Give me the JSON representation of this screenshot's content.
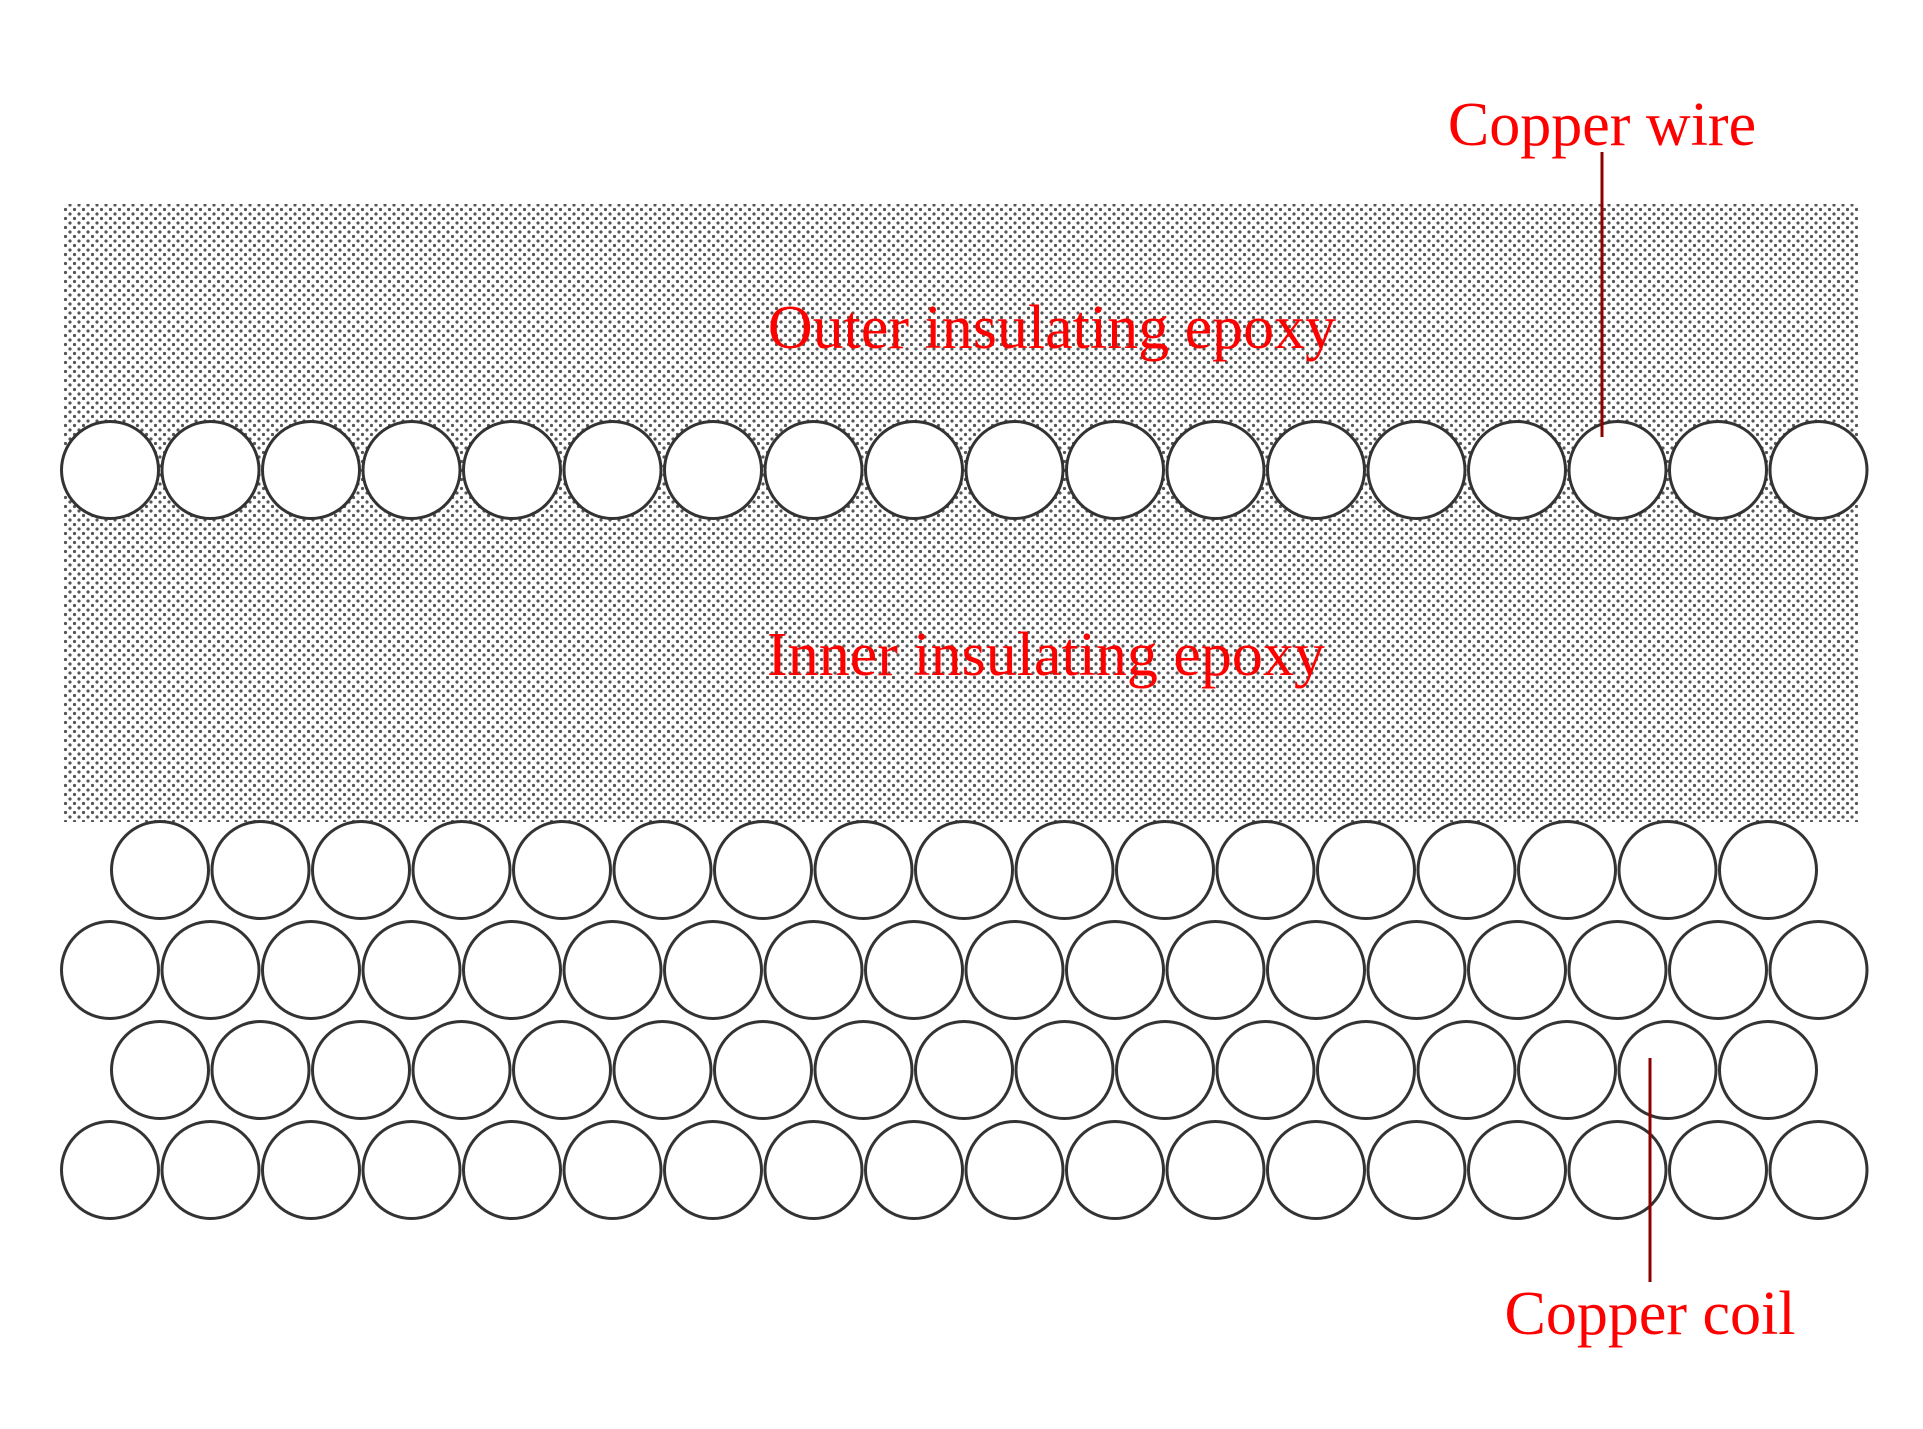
{
  "diagram": {
    "labels": {
      "copper_wire": "Copper wire",
      "outer_epoxy": "Outer insulating epoxy",
      "inner_epoxy": "Inner insulating epoxy",
      "copper_coil": "Copper coil"
    },
    "rows": [
      {
        "name": "outer-wire-row",
        "count": 18
      },
      {
        "name": "coil-row-1",
        "count": 17
      },
      {
        "name": "coil-row-2",
        "count": 18
      },
      {
        "name": "coil-row-3",
        "count": 17
      },
      {
        "name": "coil-row-4",
        "count": 18
      }
    ],
    "colors": {
      "label": "#ff0000",
      "leader_line": "#8b0000",
      "circle_stroke": "#333333",
      "epoxy_dot": "#555555",
      "background": "#ffffff"
    }
  }
}
